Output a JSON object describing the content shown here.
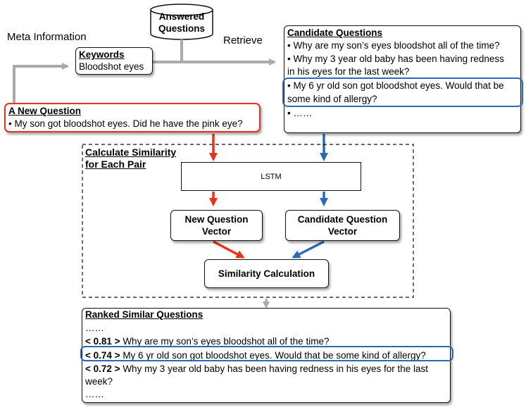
{
  "answered_questions": {
    "line1": "Answered",
    "line2": "Questions"
  },
  "labels": {
    "meta_information": "Meta Information",
    "retrieve": "Retrieve"
  },
  "keywords": {
    "title": "Keywords",
    "value": "Bloodshot eyes"
  },
  "new_question": {
    "title": "A New Question",
    "text": "My son got bloodshot eyes. Did he have the pink eye?"
  },
  "candidates": {
    "title": "Candidate Questions",
    "items": [
      "Why are my son’s eyes bloodshot all of the time?",
      "Why my 3 year old baby has been having redness",
      "in his eyes for the last week?",
      "My 6 yr old son got bloodshot eyes. Would that be",
      "some kind of allergy?",
      "……"
    ]
  },
  "similarity": {
    "title1": "Calculate Similarity",
    "title2": "for Each Pair"
  },
  "lstm": "LSTM",
  "new_vector": {
    "line1": "New Question",
    "line2": "Vector"
  },
  "cand_vector": {
    "line1": "Candidate Question",
    "line2": "Vector"
  },
  "sim_calc": "Similarity Calculation",
  "ranked": {
    "title": "Ranked Similar Questions",
    "dots_top": "……",
    "rows": [
      {
        "score": "< 0.81 >",
        "text": "Why are my son’s eyes bloodshot all of the time?"
      },
      {
        "score": "< 0.74 >",
        "text": "My 6 yr old son got bloodshot eyes. Would that be some kind of allergy?"
      },
      {
        "score": "< 0.72 >",
        "text": "Why my 3 year old baby has been having redness in his eyes for the last"
      }
    ],
    "row3_cont": "week?",
    "dots_bottom": "……"
  },
  "colors": {
    "red": "#E8321E",
    "blue": "#2B6BB5",
    "gray": "#AAAAAA"
  }
}
